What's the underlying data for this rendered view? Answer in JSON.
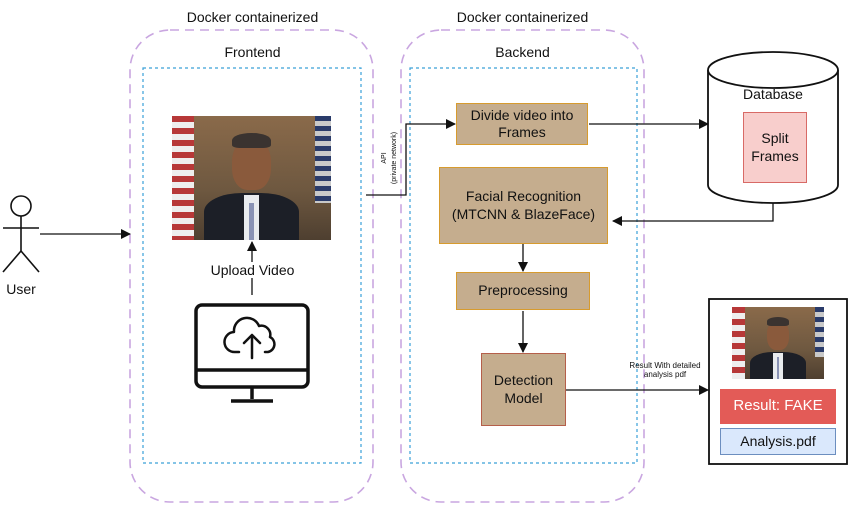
{
  "frontend": {
    "container_label": "Docker containerized",
    "title": "Frontend",
    "upload_label": "Upload Video"
  },
  "backend": {
    "container_label": "Docker containerized",
    "title": "Backend",
    "steps": {
      "divide": "Divide video into Frames",
      "facial_line1": "Facial Recognition",
      "facial_line2": "(MTCNN & BlazeFace)",
      "preprocessing": "Preprocessing",
      "detection_line1": "Detection",
      "detection_line2": "Model"
    }
  },
  "api_label": {
    "line1": "API",
    "line2": "(private network)"
  },
  "user": {
    "label": "User"
  },
  "database": {
    "title": "Database",
    "item_line1": "Split",
    "item_line2": "Frames"
  },
  "result_link": {
    "line1": "Result With detailed",
    "line2": "analysis pdf"
  },
  "result": {
    "verdict": "Result: FAKE",
    "file": "Analysis.pdf"
  },
  "colors": {
    "container_dash": "#c9a6e0",
    "inner_dash": "#3aa0d8",
    "process_fill": "#c5ad8e",
    "process_border": "#d79b2e",
    "split_fill": "#f8cecc",
    "split_border": "#d86a66",
    "verdict_fill": "#e35b57",
    "file_fill": "#dae8fc",
    "file_border": "#6c8ebf"
  },
  "icons": [
    "user-actor-icon",
    "monitor-icon",
    "cloud-upload-icon",
    "database-cylinder-icon",
    "video-frame-thumbnail"
  ]
}
